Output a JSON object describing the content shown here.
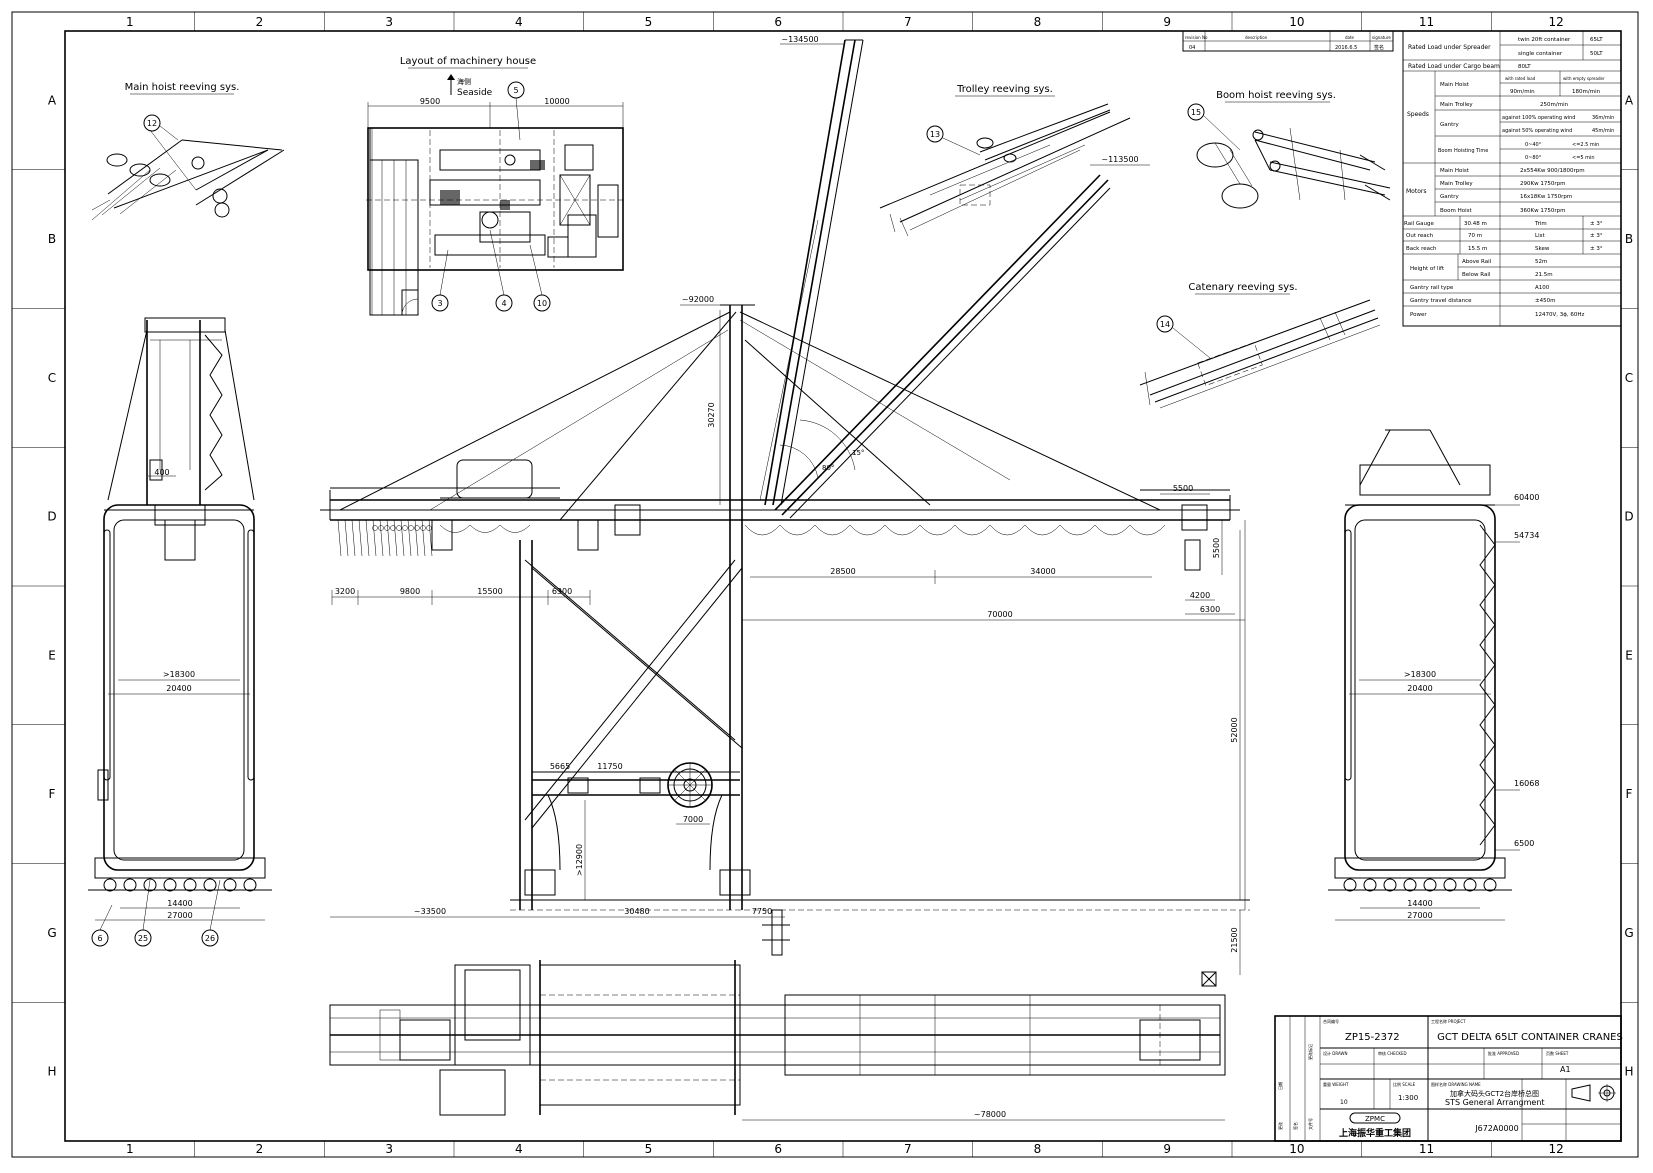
{
  "grid": {
    "columns": [
      "1",
      "2",
      "3",
      "4",
      "5",
      "6",
      "7",
      "8",
      "9",
      "10",
      "11",
      "12"
    ],
    "rows": [
      "A",
      "B",
      "C",
      "D",
      "E",
      "F",
      "G",
      "H"
    ]
  },
  "titles": {
    "main_hoist": "Main hoist reeving sys.",
    "machinery_house": "Layout of machinery house",
    "seaside": "Seaside",
    "seaside_cn": "海侧",
    "trolley": "Trolley reeving sys.",
    "boom_hoist": "Boom hoist reeving sys.",
    "catenary": "Catenary reeving sys."
  },
  "callouts": [
    "12",
    "5",
    "13",
    "15",
    "14",
    "3",
    "4",
    "10",
    "6",
    "25",
    "26"
  ],
  "dimensions": {
    "mh_9500": "9500",
    "mh_10000": "10000",
    "boom_top": "~134500",
    "boom_mid": "~113500",
    "apex": "~92000",
    "d_30270": "30270",
    "d_5500": "5500",
    "d_5500b": "5500",
    "d_3200": "3200",
    "d_9800": "9800",
    "d_15500": "15500",
    "d_6300": "6300",
    "d_28500": "28500",
    "d_34000": "34000",
    "d_4200": "4200",
    "d_6300b": "6300",
    "d_70000": "70000",
    "d_52000": "52000",
    "d_5665": "5665",
    "d_11750": "11750",
    "d_7000": "7000",
    "d_12900": ">12900",
    "d_33500": "~33500",
    "d_30480": "30480",
    "d_7750": "7750",
    "d_21500": "21500",
    "d_78000": "~78000",
    "angle1": "80°",
    "angle2": "15°",
    "left_400": "400",
    "left_18300": ">18300",
    "left_20400": "20400",
    "left_14400": "14400",
    "left_27000": "27000",
    "right_60400": "60400",
    "right_54734": "54734",
    "right_16068": "16068",
    "right_6500": "6500",
    "right_18300": ">18300",
    "right_20400": "20400",
    "right_14400": "14400",
    "right_27000": "27000"
  },
  "revision": {
    "headers": [
      "revision No",
      "description",
      "date",
      "signature"
    ],
    "row": [
      "04",
      "",
      "2016.6.5",
      "签名"
    ]
  },
  "specs": {
    "rated_spreader": "Rated Load under Spreader",
    "twin20": "twin 20ft container",
    "twin20_val": "65LT",
    "single": "single container",
    "single_val": "50LT",
    "rated_beam": "Rated Load under Cargo beam",
    "beam_val": "80LT",
    "speeds": "Speeds",
    "main_hoist": "Main Hoist",
    "with_rated": "with rated load",
    "with_empty": "with empty spreader",
    "mh_rated": "90m/min",
    "mh_empty": "180m/min",
    "main_trolley": "Main Trolley",
    "mt_val": "250m/min",
    "gantry": "Gantry",
    "g_against100": "against 100% operating wind",
    "g_100val": "36m/min",
    "g_against50": "against 50% operating wind",
    "g_50val": "45m/min",
    "boom_time": "Boom Hoisting Time",
    "bt1": "0~40°",
    "bt1v": "<=2.5 min",
    "bt2": "0~80°",
    "bt2v": "<=5 min",
    "motors": "Motors",
    "m_main": "Main Hoist",
    "m_main_v": "2x554Kw 900/1800rpm",
    "m_trolley": "Main Trolley",
    "m_trolley_v": "290Kw 1750rpm",
    "m_gantry": "Gantry",
    "m_gantry_v": "16x18Kw 1750rpm",
    "m_boom": "Boom Hoist",
    "m_boom_v": "360Kw 1750rpm",
    "rail": "Rail Gauge",
    "rail_v": "30.48 m",
    "trim": "Trim",
    "trim_v": "± 3°",
    "outreach": "Out reach",
    "outreach_v": "70 m",
    "list": "List",
    "list_v": "± 3°",
    "backreach": "Back reach",
    "backreach_v": "15.5 m",
    "skew": "Skew",
    "skew_v": "± 3°",
    "height": "Height of lift",
    "above": "Above Rail",
    "above_v": "52m",
    "below": "Below Rail",
    "below_v": "21.5m",
    "gantry_rail": "Gantry rail type",
    "gantry_rail_v": "A100",
    "gantry_travel": "Gantry travel distance",
    "gantry_travel_v": "±450m",
    "power": "Power",
    "power_v": "12470V, 3ϕ, 60Hz"
  },
  "titleblock": {
    "no_label": "合同编号",
    "no": "ZP15-2372",
    "project_label": "工程名称 PROJECT",
    "project": "GCT DELTA 65LT CONTAINER CRANES",
    "drawn": "设计 DRAWN",
    "checked": "审核 CHECKED",
    "approved": "批准 APPROVED",
    "sheet": "页数 SHEET",
    "sheet_v": "A1",
    "scale": "比例 SCALE",
    "scale_v": "1:300",
    "weight": "重量 WEIGHT",
    "qty_v": "10",
    "drawing_name_label": "图样名称 DRAWING NAME",
    "drawing_name_cn": "加拿大码头GCT2台岸桥总图",
    "drawing_name": "STS General Arrangment",
    "zpmc": "ZPMC",
    "company_cn": "上海振华重工集团",
    "drawing_no": "J672A0000",
    "side_labels": [
      "更改",
      "日期",
      "签名",
      "文件号",
      "更改标记"
    ]
  }
}
